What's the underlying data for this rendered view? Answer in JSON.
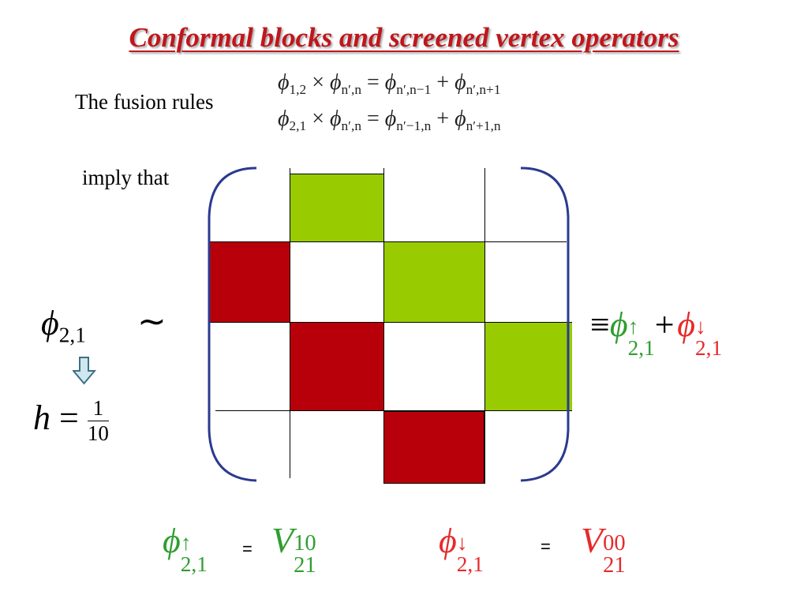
{
  "slide": {
    "title": "Conformal blocks and screened vertex operators",
    "fusion_label": "The fusion rules",
    "imply_label": "imply that",
    "fusion_rule_1": {
      "lhs_sub1": "1,2",
      "lhs_sub2": "n′,n",
      "rhs_sub1": "n′,n−1",
      "rhs_sub2": "n′,n+1"
    },
    "fusion_rule_2": {
      "lhs_sub1": "2,1",
      "lhs_sub2": "n′,n",
      "rhs_sub1": "n′−1,n",
      "rhs_sub2": "n′+1,n"
    },
    "phi_symbol": "ϕ",
    "phi_subscript": "2,1",
    "tilde": "∼",
    "equiv": "≡",
    "plus": "+",
    "times": "×",
    "equals": "=",
    "h_symbol": "h",
    "h_num": "1",
    "h_den": "10",
    "arrow_up": "↑",
    "arrow_down": "↓",
    "v_symbol": "V",
    "v_up_sub": "21",
    "v_up_sup": "10",
    "v_down_sub": "21",
    "v_down_sup": "00",
    "colors": {
      "title": "#c0161c",
      "green_cell": "#99cc00",
      "red_cell": "#b8000a",
      "green_text": "#2f9e2f",
      "red_text": "#e62a2a",
      "bracket": "#2b3a8f",
      "arrow_fill": "#cfe7ee"
    },
    "icons": [
      "down-arrow-icon"
    ]
  }
}
